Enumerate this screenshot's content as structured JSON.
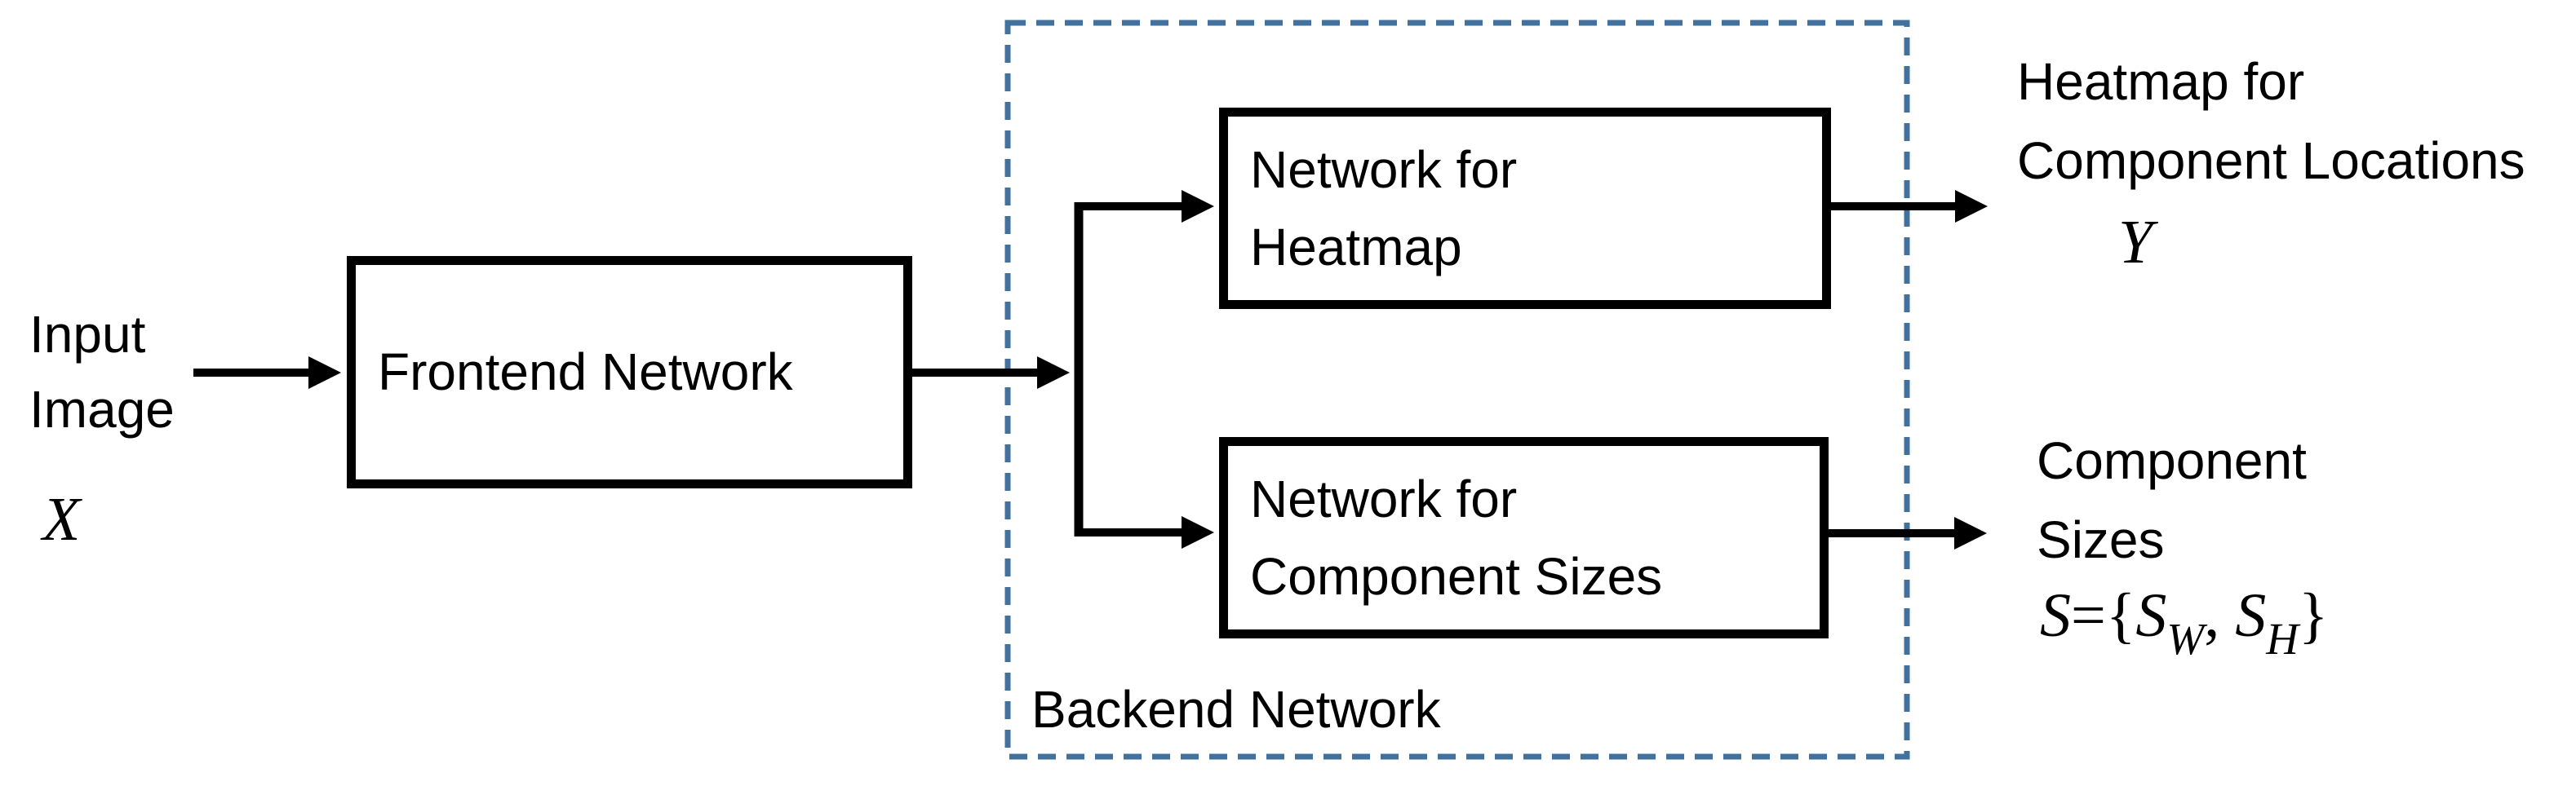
{
  "diagram": {
    "title_semantic": "Two-branch network architecture diagram",
    "colors": {
      "background": "#ffffff",
      "solid_line": "#000000",
      "dashed_border": "#41719C",
      "text": "#000000"
    },
    "input": {
      "lines": [
        "Input",
        "Image"
      ],
      "symbol": "X"
    },
    "frontend_box": {
      "label": "Frontend Network"
    },
    "backend_group": {
      "label": "Backend Network"
    },
    "heatmap_box": {
      "lines": [
        "Network for",
        "Heatmap"
      ]
    },
    "sizes_box": {
      "lines": [
        "Network for",
        "Component Sizes"
      ]
    },
    "output_heatmap": {
      "lines": [
        "Heatmap for",
        "Component Locations"
      ],
      "symbol": "Y"
    },
    "output_sizes": {
      "lines": [
        "Component",
        "Sizes"
      ],
      "formula": {
        "s": "S",
        "equals": "=",
        "open_brace": "{",
        "sub_w": "W",
        "comma": ", ",
        "sub_h": "H",
        "close_brace": "}"
      }
    }
  }
}
